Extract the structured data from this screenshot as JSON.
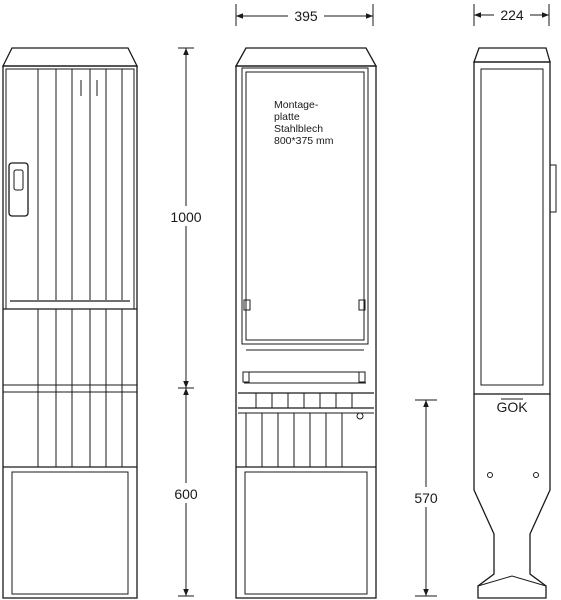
{
  "dimensions": {
    "front_width": "395",
    "side_depth": "224",
    "upper_height": "1000",
    "lower_height_front": "600",
    "lower_height_side": "570"
  },
  "mounting_plate_note": [
    "Montage-",
    "platte",
    "Stahlblech",
    "800*375 mm"
  ],
  "ground_label": "GOK",
  "colors": {
    "line": "#1a1a1a",
    "background": "#ffffff"
  }
}
